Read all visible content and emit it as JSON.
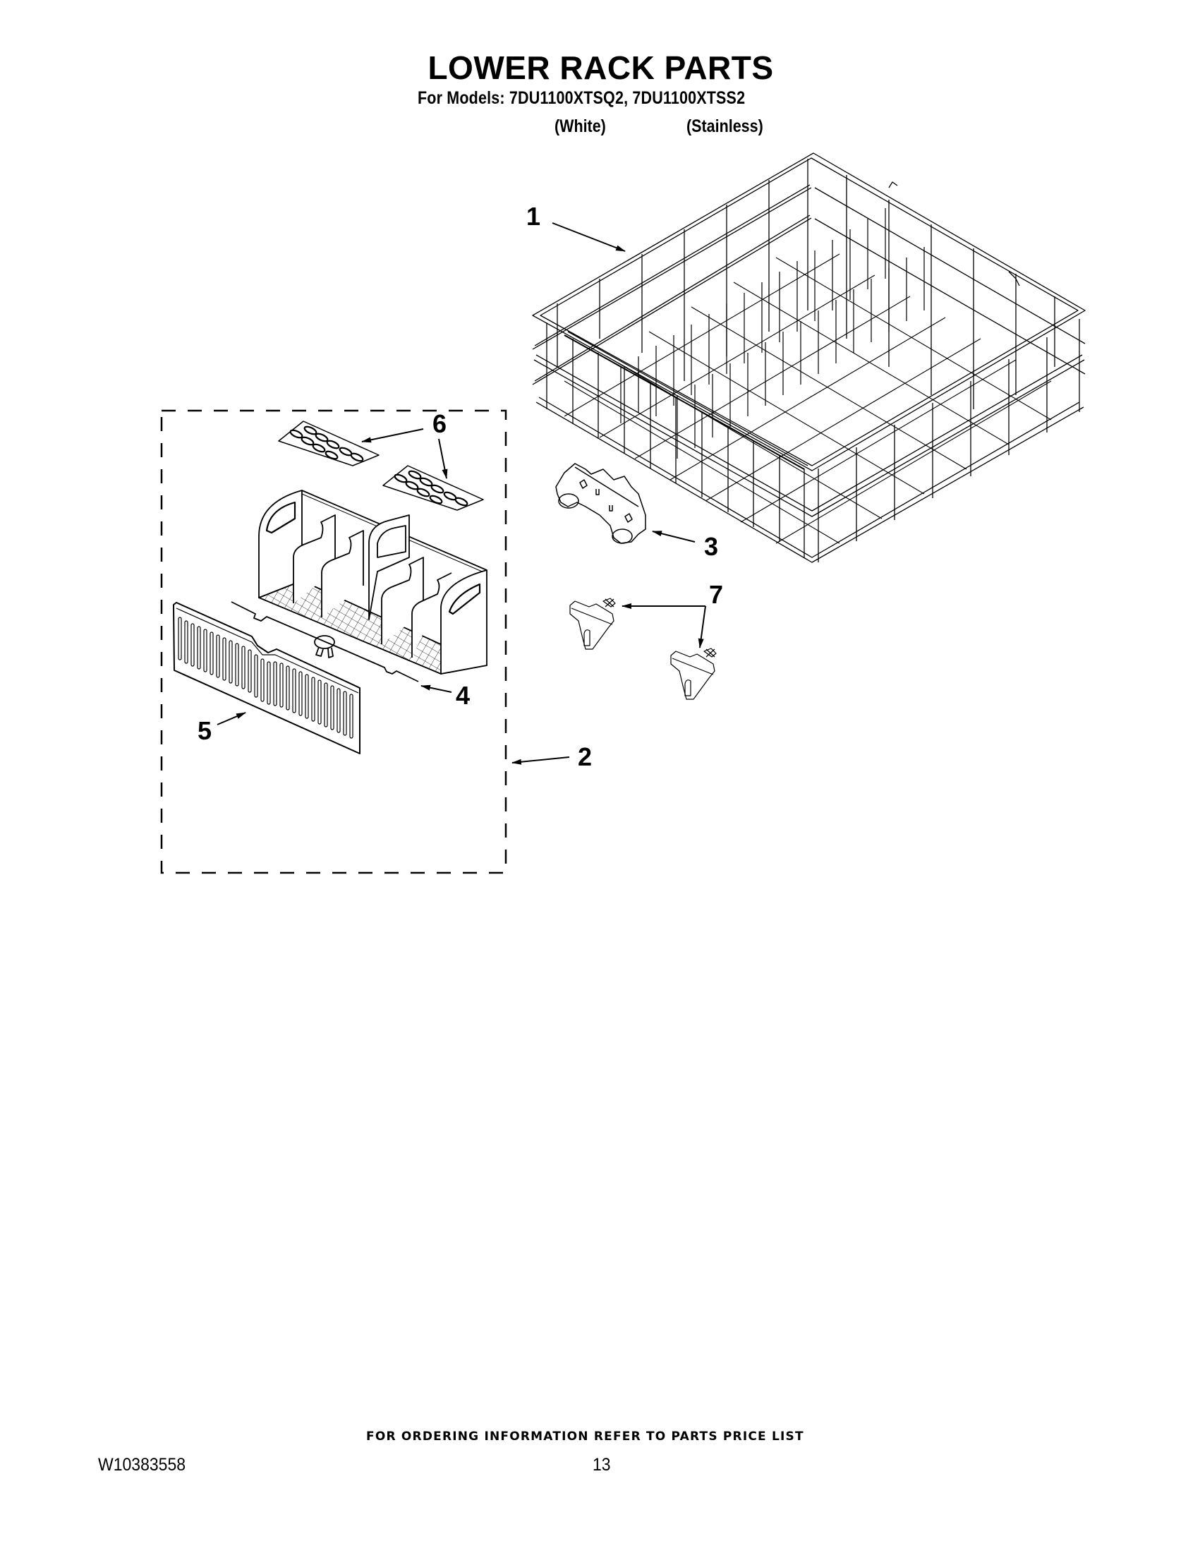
{
  "header": {
    "title": "LOWER RACK PARTS",
    "models_line": "For Models: 7DU1100XTSQ2, 7DU1100XTSS2",
    "variants": [
      {
        "label": "(White)"
      },
      {
        "label": "(Stainless)"
      }
    ]
  },
  "diagram": {
    "callouts": [
      {
        "number": "1",
        "part": "lower rack assembly"
      },
      {
        "number": "2",
        "part": "silverware basket assembly (dashed group)"
      },
      {
        "number": "3",
        "part": "rack wheel clip"
      },
      {
        "number": "4",
        "part": "basket handle wire"
      },
      {
        "number": "5",
        "part": "basket cover panel"
      },
      {
        "number": "6",
        "part": "basket lid"
      },
      {
        "number": "6",
        "part": "basket lid"
      },
      {
        "number": "7",
        "part": "rack bumper/stop clip"
      }
    ],
    "line_color": "#000000",
    "background": "#ffffff"
  },
  "footer": {
    "note": "FOR ORDERING INFORMATION REFER TO PARTS PRICE LIST",
    "doc_number": "W10383558",
    "page_number": "13"
  }
}
